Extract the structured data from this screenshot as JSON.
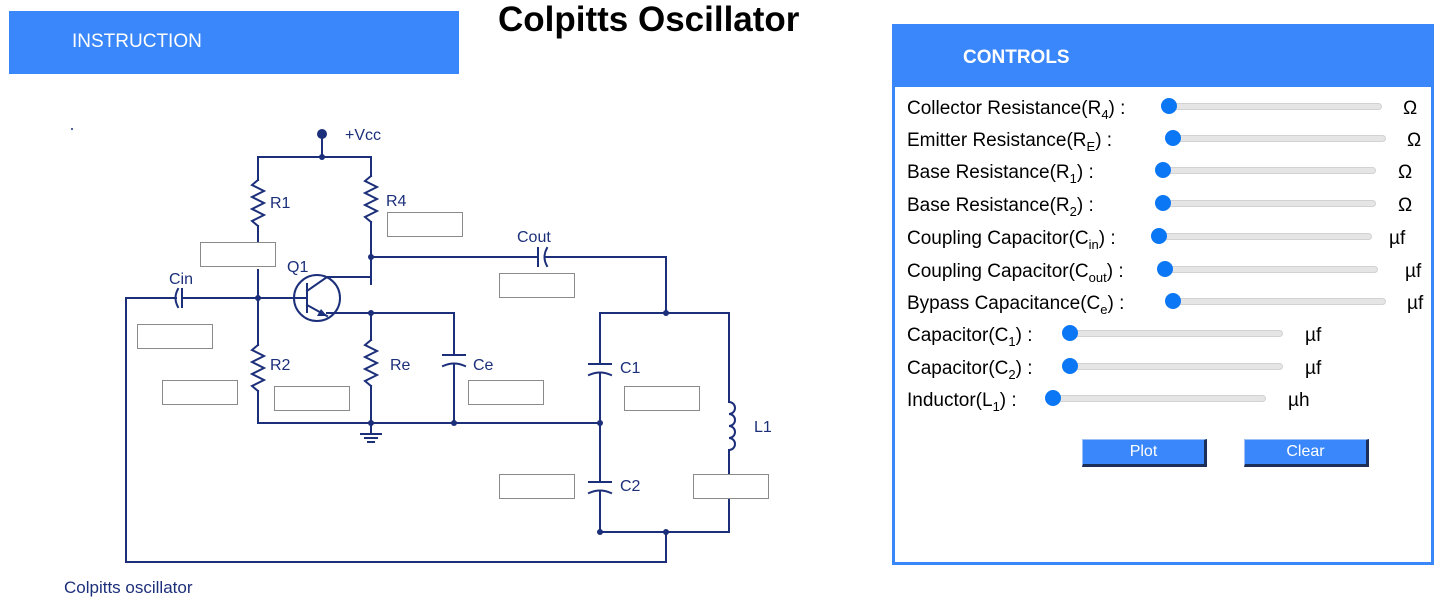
{
  "instruction": {
    "label": "INSTRUCTION"
  },
  "title": "Colpitts Oscillator",
  "circuit": {
    "vcc": "+Vcc",
    "r1": "R1",
    "r4": "R4",
    "q1": "Q1",
    "cout": "Cout",
    "cin": "Cin",
    "r2": "R2",
    "re": "Re",
    "ce": "Ce",
    "c1": "C1",
    "c2": "C2",
    "l1": "L1",
    "caption": "Colpitts oscillator"
  },
  "value_boxes": {
    "r4": "",
    "r1": "",
    "cout": "",
    "cin": "",
    "r2": "",
    "re": "",
    "ce": "",
    "c1": "",
    "c2": "",
    "l1": ""
  },
  "controls": {
    "title": "CONTROLS",
    "rows": [
      {
        "name": "Collector Resistance",
        "sym": "R",
        "sub": "4",
        "unit": "Ω",
        "level": 0
      },
      {
        "name": "Emitter Resistance",
        "sym": "R",
        "sub": "E",
        "unit": "Ω",
        "level": 0
      },
      {
        "name": "Base Resistance",
        "sym": "R",
        "sub": "1",
        "unit": "Ω",
        "level": 0
      },
      {
        "name": "Base Resistance",
        "sym": "R",
        "sub": "2",
        "unit": "Ω",
        "level": 0
      },
      {
        "name": "Coupling Capacitor",
        "sym": "C",
        "sub": "in",
        "unit": "µf",
        "level": 0
      },
      {
        "name": "Coupling Capacitor",
        "sym": "C",
        "sub": "out",
        "unit": "µf",
        "level": 0
      },
      {
        "name": "Bypass Capacitance",
        "sym": "C",
        "sub": "e",
        "unit": "µf",
        "level": 0
      },
      {
        "name": "Capacitor",
        "sym": "C",
        "sub": "1",
        "unit": "µf",
        "level": 0
      },
      {
        "name": "Capacitor",
        "sym": "C",
        "sub": "2",
        "unit": "µf",
        "level": 0
      },
      {
        "name": "Inductor",
        "sym": "L",
        "sub": "1",
        "unit": "µh",
        "level": 0
      }
    ],
    "plot_label": "Plot",
    "clear_label": "Clear"
  },
  "colors": {
    "accent": "#3a87fb",
    "wire": "#1c2f7a",
    "slider_knob": "#0b77f5"
  }
}
